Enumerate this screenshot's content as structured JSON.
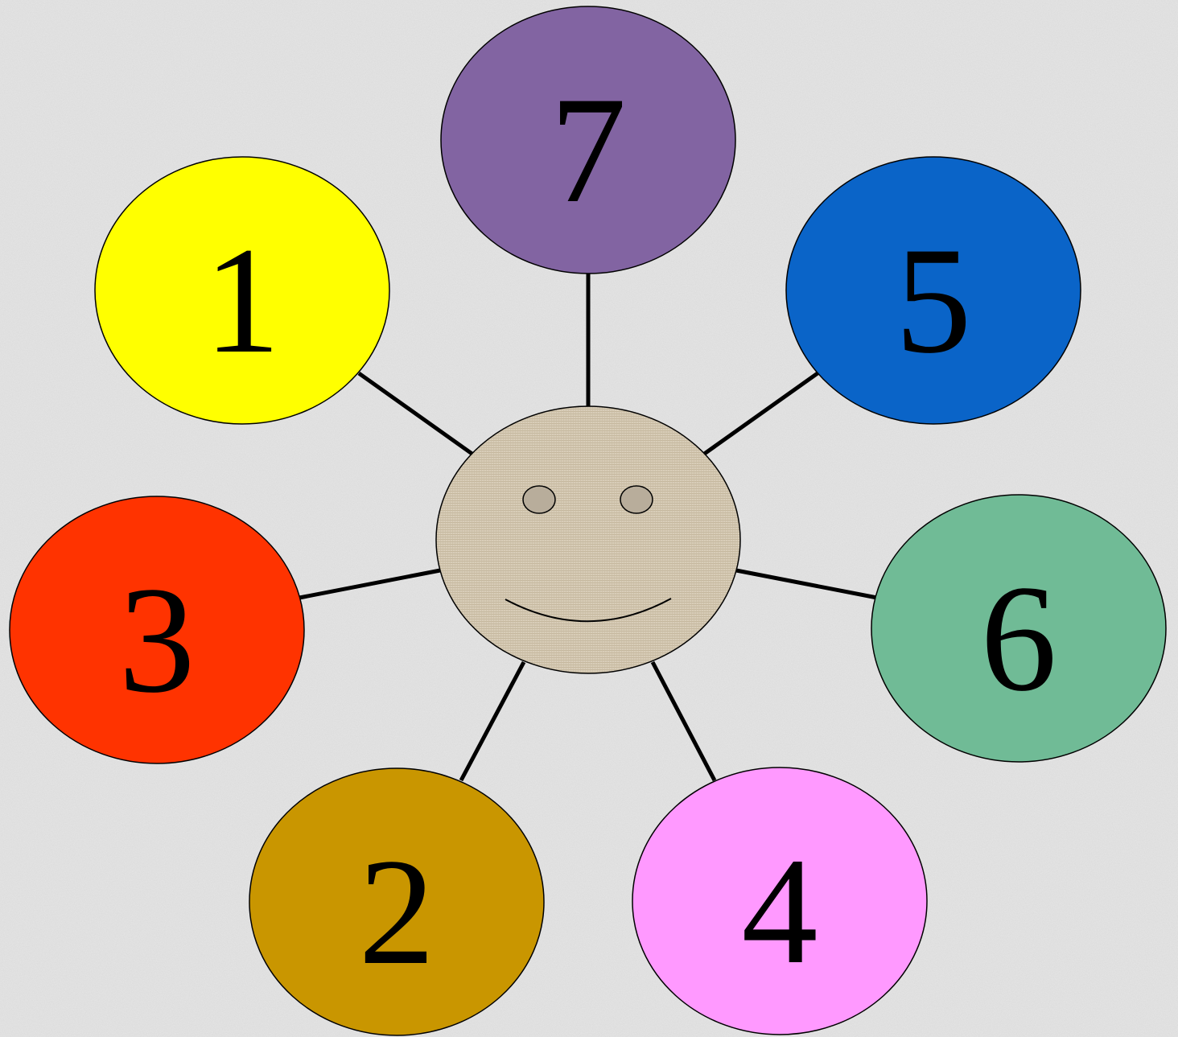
{
  "diagram": {
    "background_color": "#e6e6e6",
    "center": {
      "name": "smiley-face",
      "fill": "#d8cdb8",
      "eye_fill": "#b8ad9b"
    },
    "nodes": [
      {
        "id": "node-1",
        "label": "1",
        "color": "#ffff00"
      },
      {
        "id": "node-7",
        "label": "7",
        "color": "#8264a2"
      },
      {
        "id": "node-5",
        "label": "5",
        "color": "#0a64c8"
      },
      {
        "id": "node-3",
        "label": "3",
        "color": "#ff3300"
      },
      {
        "id": "node-6",
        "label": "6",
        "color": "#70bb96"
      },
      {
        "id": "node-2",
        "label": "2",
        "color": "#c99600"
      },
      {
        "id": "node-4",
        "label": "4",
        "color": "#ff99ff"
      }
    ]
  }
}
